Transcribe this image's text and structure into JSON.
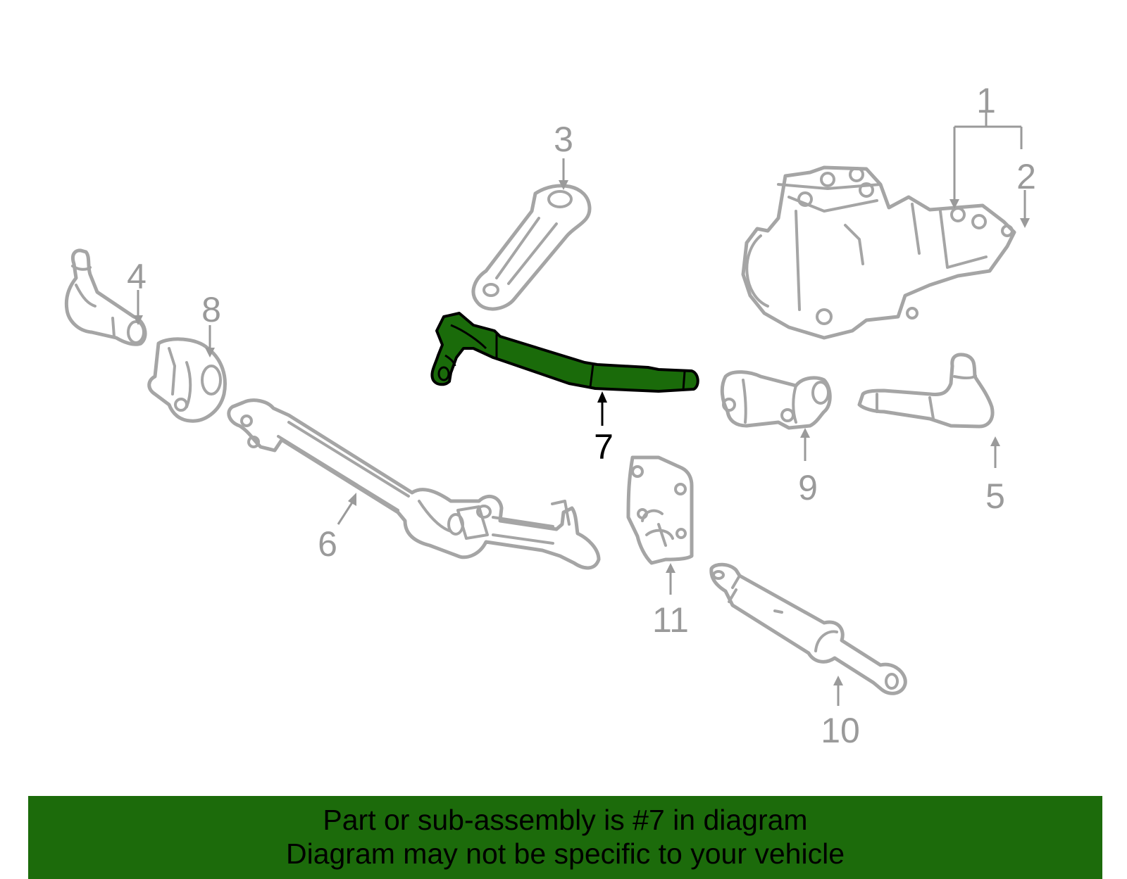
{
  "callouts": {
    "c1": "1",
    "c2": "2",
    "c3": "3",
    "c4": "4",
    "c5": "5",
    "c6": "6",
    "c7": "7",
    "c8": "8",
    "c9": "9",
    "c10": "10",
    "c11": "11"
  },
  "highlighted_part": "7",
  "colors": {
    "highlight": "#1c6b0b",
    "part_outline": "#a5a5a5",
    "label": "#9a9a9a"
  },
  "banner": {
    "line1": "Part or sub-assembly is #7 in diagram",
    "line2": "Diagram may not be specific to your vehicle"
  }
}
